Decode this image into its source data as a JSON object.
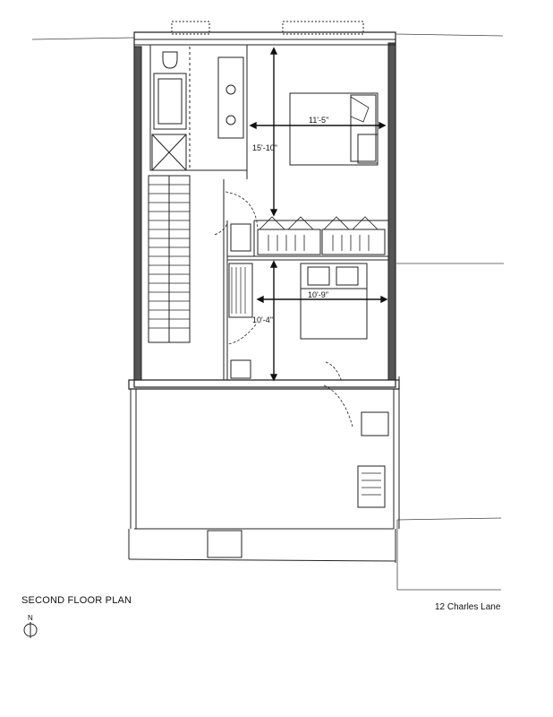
{
  "title": "SECOND FLOOR PLAN",
  "address": "12 Charles Lane",
  "north_label": "N",
  "dimensions": {
    "bedroom1_width": "11'-5\"",
    "bedroom1_length": "15'-10\"",
    "bedroom2_width": "10'-9\"",
    "bedroom2_length": "10'-4\""
  }
}
